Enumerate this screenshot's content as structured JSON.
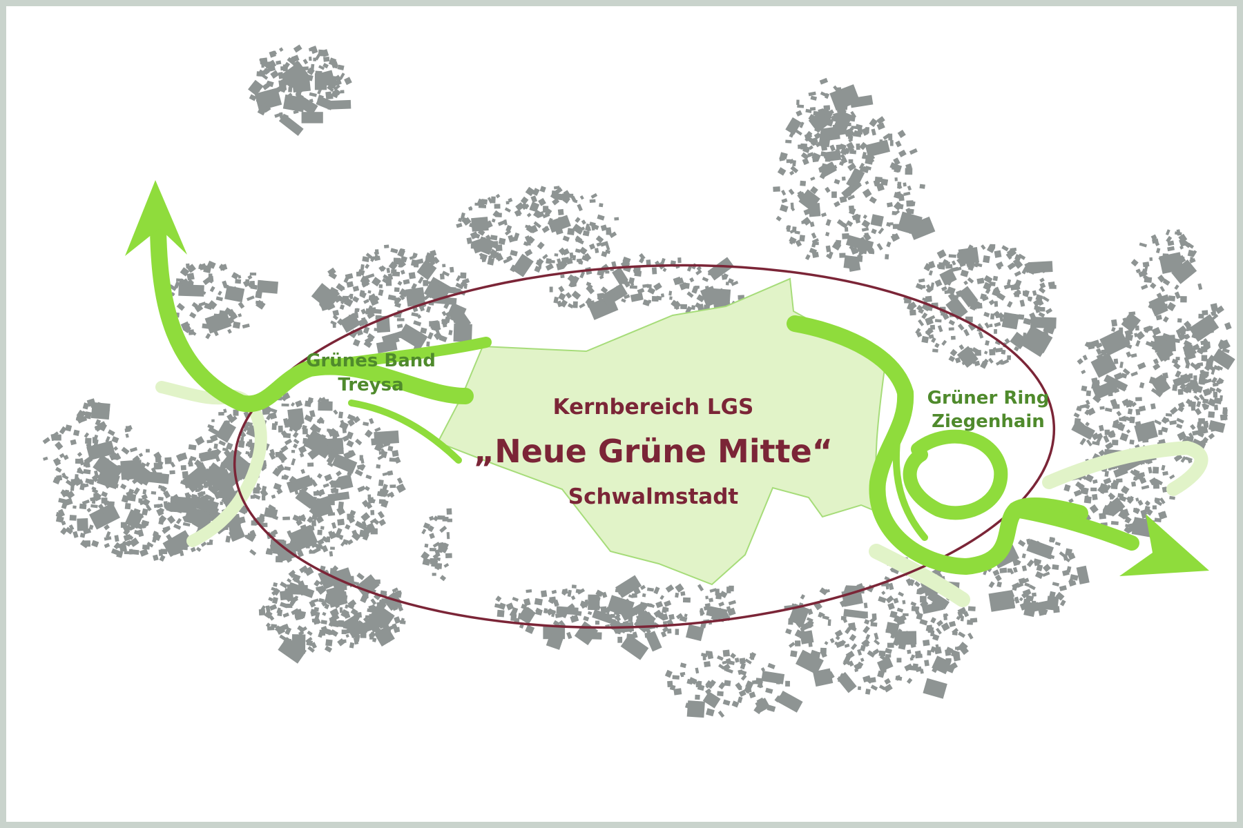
{
  "labels": {
    "west_band_line1": "Grünes Band",
    "west_band_line2": "Treysa",
    "east_ring_line1": "Grüner Ring",
    "east_ring_line2": "Ziegenhain",
    "core_line1": "Kernbereich LGS",
    "core_line2": "„Neue Grüne Mitte“",
    "core_line3": "Schwalmstadt"
  },
  "colors": {
    "frame": "#c9d3cc",
    "building": "#8e9493",
    "core_area_fill": "#e1f3c8",
    "core_area_stroke": "#a6dc79",
    "green_arrow": "#8fdc3c",
    "ellipse": "#7b2537",
    "label_green": "#4f8a2c",
    "label_maroon": "#7b2537"
  },
  "icons": {
    "west_arrow": "arrow-up-icon",
    "east_arrow": "arrow-right-icon"
  }
}
